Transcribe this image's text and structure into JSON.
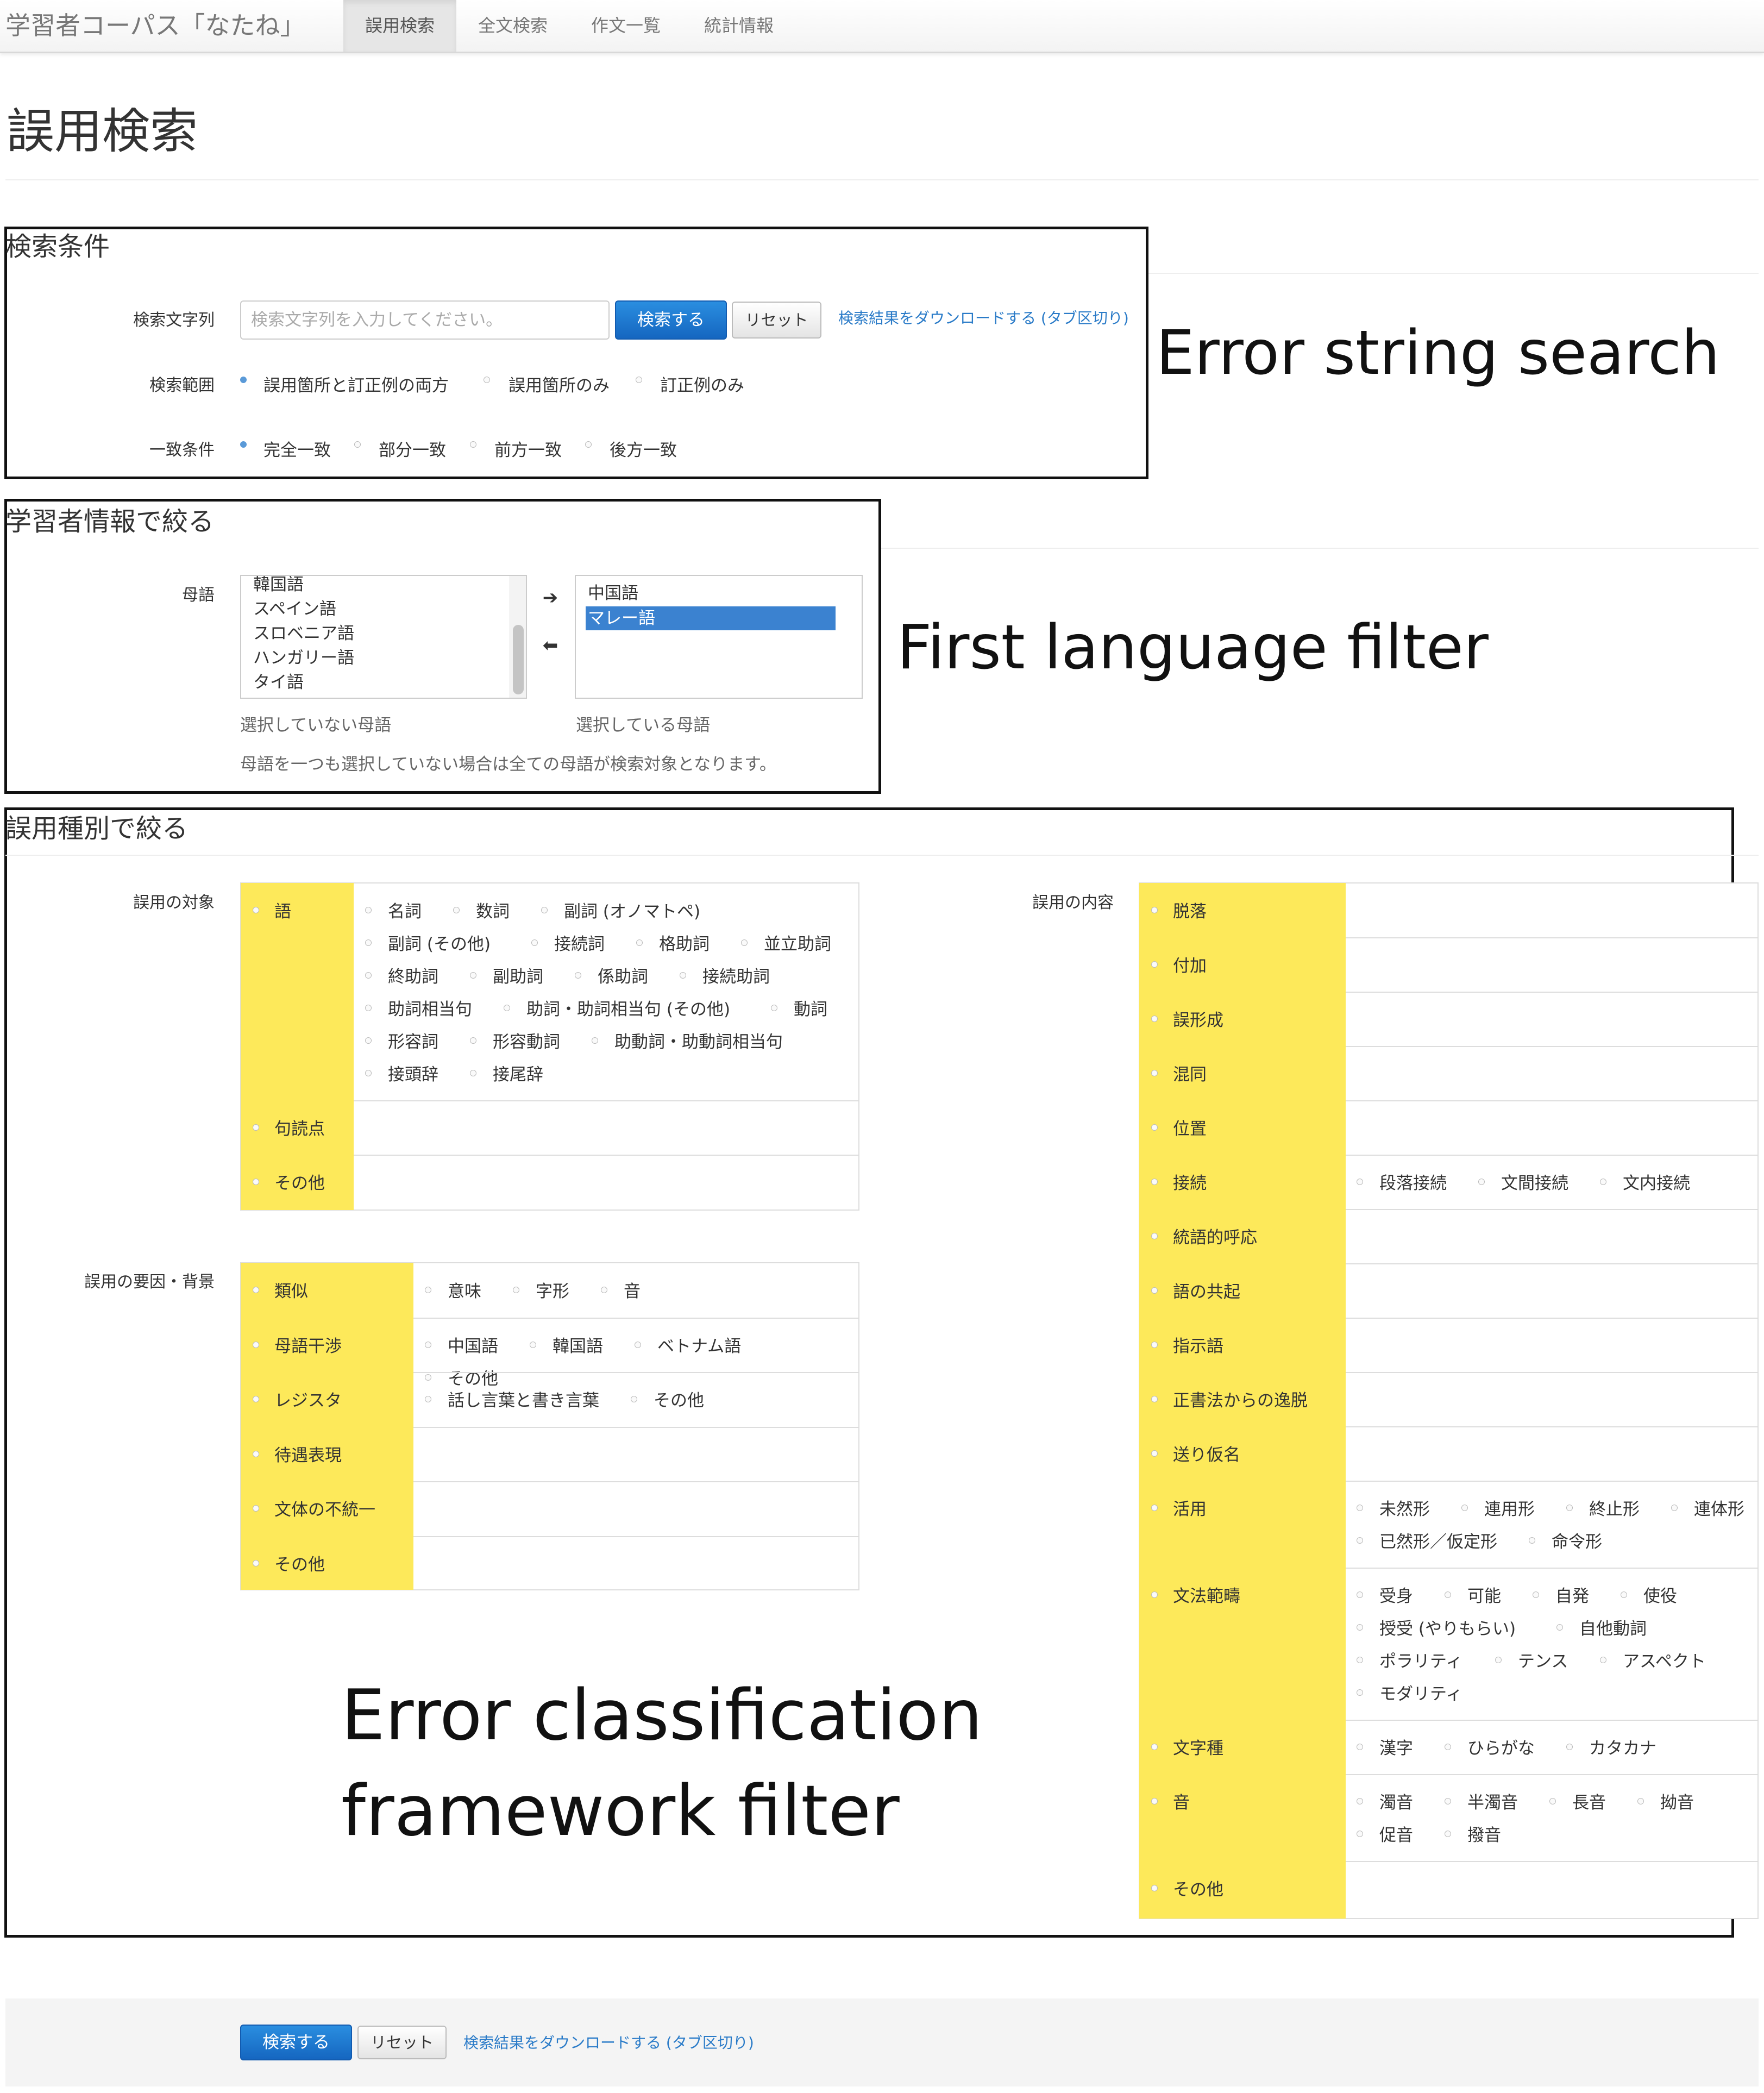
{
  "navbar": {
    "brand": "学習者コーパス「なたね」",
    "tabs": [
      "誤用検索",
      "全文検索",
      "作文一覧",
      "統計情報"
    ]
  },
  "page_title": "誤用検索",
  "search_conditions": {
    "legend": "検索条件",
    "search_string_label": "検索文字列",
    "search_placeholder": "検索文字列を入力してください。",
    "search_button": "検索する",
    "reset_button": "リセット",
    "download_link": "検索結果をダウンロードする (タブ区切り)",
    "scope_label": "検索範囲",
    "scope_options": [
      "誤用箇所と訂正例の両方",
      "誤用箇所のみ",
      "訂正例のみ"
    ],
    "match_label": "一致条件",
    "match_options": [
      "完全一致",
      "部分一致",
      "前方一致",
      "後方一致"
    ]
  },
  "learner_info": {
    "legend": "学習者情報で絞る",
    "first_language_label": "母語",
    "unselected_languages": [
      "韓国語",
      "スペイン語",
      "スロベニア語",
      "ハンガリー語",
      "タイ語"
    ],
    "selected_languages": [
      "中国語",
      "マレー語"
    ],
    "move_right_icon": "arrow-right-icon",
    "move_left_icon": "arrow-left-icon",
    "unselected_caption": "選択していない母語",
    "selected_caption": "選択している母語",
    "note": "母語を一つも選択していない場合は全ての母語が検索対象となります。"
  },
  "error_type": {
    "legend": "誤用種別で絞る",
    "target_label": "誤用の対象",
    "target": [
      {
        "name": "語",
        "options": [
          "名詞",
          "数詞",
          "副詞 (オノマトペ)",
          "副詞 (その他)",
          "接続詞",
          "格助詞",
          "並立助詞",
          "終助詞",
          "副助詞",
          "係助詞",
          "接続助詞",
          "助詞相当句",
          "助詞・助詞相当句 (その他)",
          "動詞",
          "形容詞",
          "形容動詞",
          "助動詞・助動詞相当句",
          "接頭辞",
          "接尾辞"
        ]
      },
      {
        "name": "句読点",
        "options": []
      },
      {
        "name": "その他",
        "options": []
      }
    ],
    "cause_label": "誤用の要因・背景",
    "cause": [
      {
        "name": "類似",
        "options": [
          "意味",
          "字形",
          "音"
        ]
      },
      {
        "name": "母語干渉",
        "options": [
          "中国語",
          "韓国語",
          "ベトナム語",
          "その他"
        ]
      },
      {
        "name": "レジスタ",
        "options": [
          "話し言葉と書き言葉",
          "その他"
        ]
      },
      {
        "name": "待遇表現",
        "options": []
      },
      {
        "name": "文体の不統一",
        "options": []
      },
      {
        "name": "その他",
        "options": []
      }
    ],
    "content_label": "誤用の内容",
    "content": [
      {
        "name": "脱落",
        "options": []
      },
      {
        "name": "付加",
        "options": []
      },
      {
        "name": "誤形成",
        "options": []
      },
      {
        "name": "混同",
        "options": []
      },
      {
        "name": "位置",
        "options": []
      },
      {
        "name": "接続",
        "options": [
          "段落接続",
          "文間接続",
          "文内接続"
        ]
      },
      {
        "name": "統語的呼応",
        "options": []
      },
      {
        "name": "語の共起",
        "options": []
      },
      {
        "name": "指示語",
        "options": []
      },
      {
        "name": "正書法からの逸脱",
        "options": []
      },
      {
        "name": "送り仮名",
        "options": []
      },
      {
        "name": "活用",
        "options": [
          "未然形",
          "連用形",
          "終止形",
          "連体形",
          "已然形／仮定形",
          "命令形"
        ]
      },
      {
        "name": "文法範疇",
        "options": [
          "受身",
          "可能",
          "自発",
          "使役",
          "授受 (やりもらい)",
          "自他動詞",
          "ポラリティ",
          "テンス",
          "アスペクト",
          "モダリティ"
        ]
      },
      {
        "name": "文字種",
        "options": [
          "漢字",
          "ひらがな",
          "カタカナ"
        ]
      },
      {
        "name": "音",
        "options": [
          "濁音",
          "半濁音",
          "長音",
          "拗音",
          "促音",
          "撥音"
        ]
      },
      {
        "name": "その他",
        "options": []
      }
    ]
  },
  "annotations": {
    "search": "Error string search",
    "language": "First language filter",
    "classification_line1": "Error classification",
    "classification_line2": "framework filter"
  },
  "footer": {
    "search_button": "検索する",
    "reset_button": "リセット",
    "download_link": "検索結果をダウンロードする (タブ区切り)"
  },
  "colors": {
    "category_highlight": "#fde95a",
    "primary_button": "#1a70c8",
    "link": "#2a7bc8",
    "selected_list_item": "#3b82d0"
  }
}
